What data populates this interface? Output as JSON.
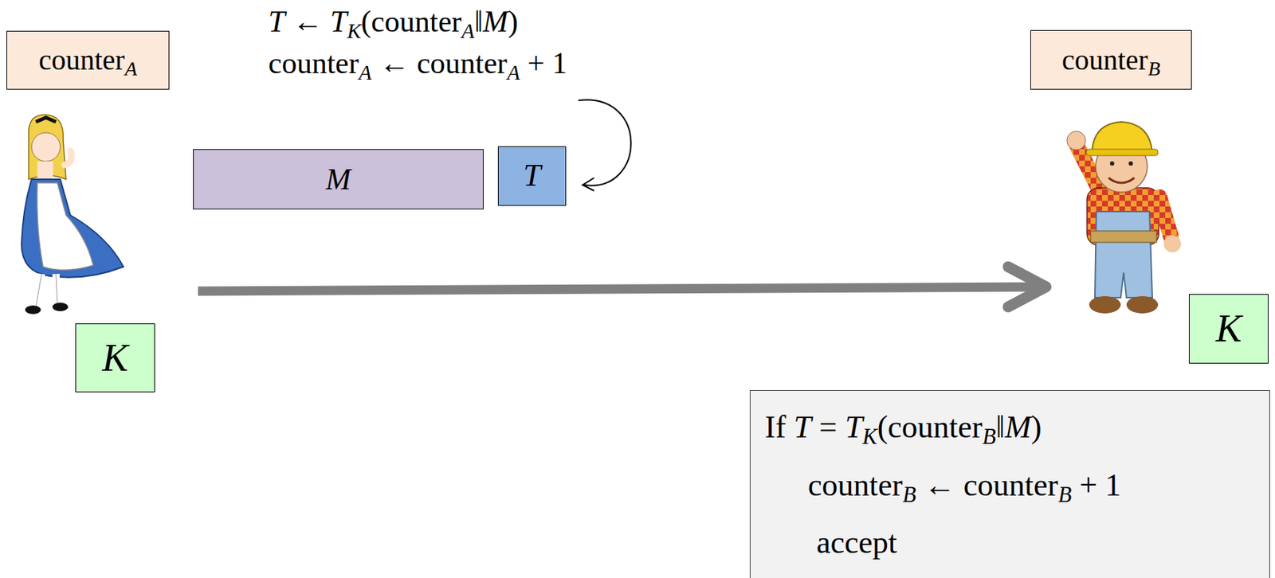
{
  "diagram": {
    "nodes": [
      {
        "text": [
          "counterA"
        ]
      },
      {
        "text": [
          "K"
        ]
      },
      {
        "text": [
          "M"
        ]
      },
      {
        "text": [
          "T"
        ]
      },
      {
        "text": [
          "counterB"
        ]
      },
      {
        "text": [
          "K"
        ]
      },
      {
        "text": [
          "If T = TK(counterB‖M)",
          "counterB ← counterB + 1",
          "accept"
        ]
      }
    ],
    "labels": [
      "T ← TK(counterA‖M)",
      "counterA ← counterA + 1"
    ]
  }
}
